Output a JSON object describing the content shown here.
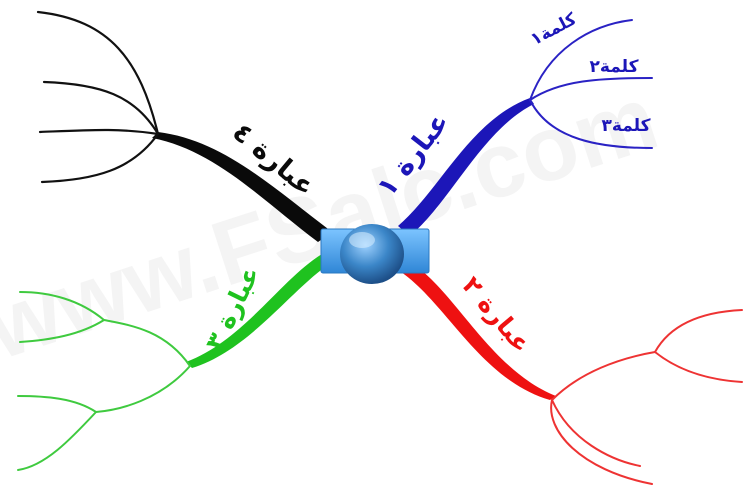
{
  "watermark": "www.FSalc.com",
  "colors": {
    "branch1": "#1c16b8",
    "branch2": "#ee1111",
    "branch3": "#1fc21f",
    "branch4": "#0a0a0a",
    "center_rect": "#4aa0e6",
    "center_sphere": "#3b86c8"
  },
  "branches": [
    {
      "id": "b1",
      "label": "عبارة ١"
    },
    {
      "id": "b2",
      "label": "عبارة ٢"
    },
    {
      "id": "b3",
      "label": "عبارة ٣"
    },
    {
      "id": "b4",
      "label": "عبارة ٤"
    }
  ],
  "words": [
    {
      "label": "كلمة١"
    },
    {
      "label": "كلمة٢"
    },
    {
      "label": "كلمة٣"
    }
  ]
}
